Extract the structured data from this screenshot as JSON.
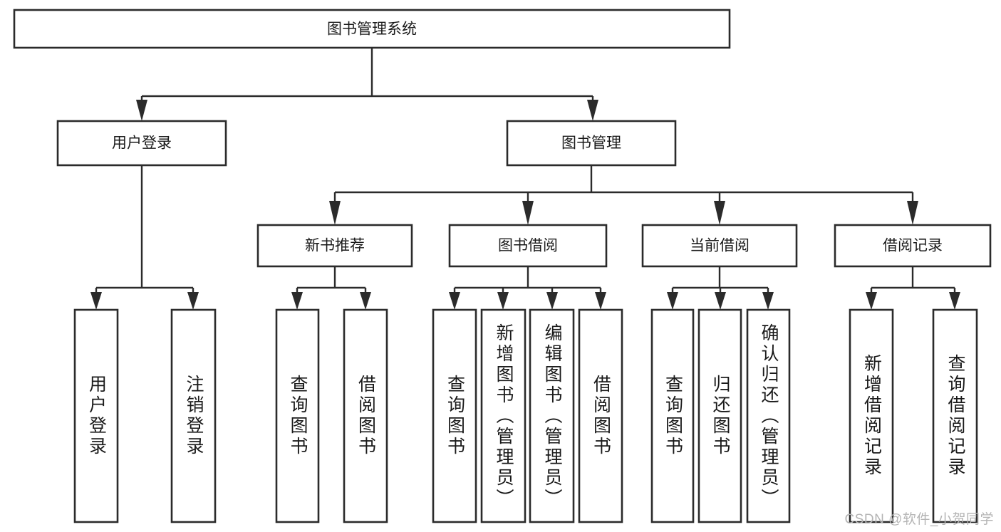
{
  "diagram": {
    "title": "图书管理系统",
    "type": "hierarchy-tree",
    "watermark": "CSDN @软件_小贺同学",
    "nodes": {
      "root": {
        "label": "图书管理系统",
        "orientation": "horizontal"
      },
      "tier2": [
        {
          "label": "用户登录",
          "orientation": "horizontal"
        },
        {
          "label": "图书管理",
          "orientation": "horizontal"
        }
      ],
      "tier3": [
        {
          "label": "新书推荐",
          "orientation": "horizontal"
        },
        {
          "label": "图书借阅",
          "orientation": "horizontal"
        },
        {
          "label": "当前借阅",
          "orientation": "horizontal"
        },
        {
          "label": "借阅记录",
          "orientation": "horizontal"
        }
      ],
      "leaves": {
        "user_login": [
          {
            "label": "用户登录",
            "orientation": "vertical"
          },
          {
            "label": "注销登录",
            "orientation": "vertical"
          }
        ],
        "new_book_recommend": [
          {
            "label": "查询图书",
            "orientation": "vertical"
          },
          {
            "label": "借阅图书",
            "orientation": "vertical"
          }
        ],
        "book_borrow": [
          {
            "label": "查询图书",
            "orientation": "vertical"
          },
          {
            "label": "新增图书（管理员）",
            "orientation": "vertical"
          },
          {
            "label": "编辑图书（管理员）",
            "orientation": "vertical"
          },
          {
            "label": "借阅图书",
            "orientation": "vertical"
          }
        ],
        "current_borrow": [
          {
            "label": "查询图书",
            "orientation": "vertical"
          },
          {
            "label": "归还图书",
            "orientation": "vertical"
          },
          {
            "label": "确认归还（管理员）",
            "orientation": "vertical"
          }
        ],
        "borrow_record": [
          {
            "label": "新增借阅记录",
            "orientation": "vertical"
          },
          {
            "label": "查询借阅记录",
            "orientation": "vertical"
          }
        ]
      }
    },
    "colors": {
      "background": "#ffffff",
      "box_fill": "#ffffff",
      "stroke": "#2b2b2b",
      "text": "#1a1a1a",
      "watermark": "#b4b4b4"
    }
  }
}
